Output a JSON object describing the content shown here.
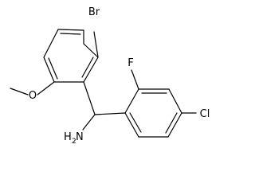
{
  "molecule": {
    "atom_labels": {
      "bromine": "Br",
      "fluorine": "F",
      "chlorine": "Cl",
      "oxygen": "O",
      "amine_h": "H",
      "amine_h_count": "2",
      "amine_n": "N"
    },
    "colors": {
      "bond": "#000000",
      "background": "#ffffff"
    }
  }
}
